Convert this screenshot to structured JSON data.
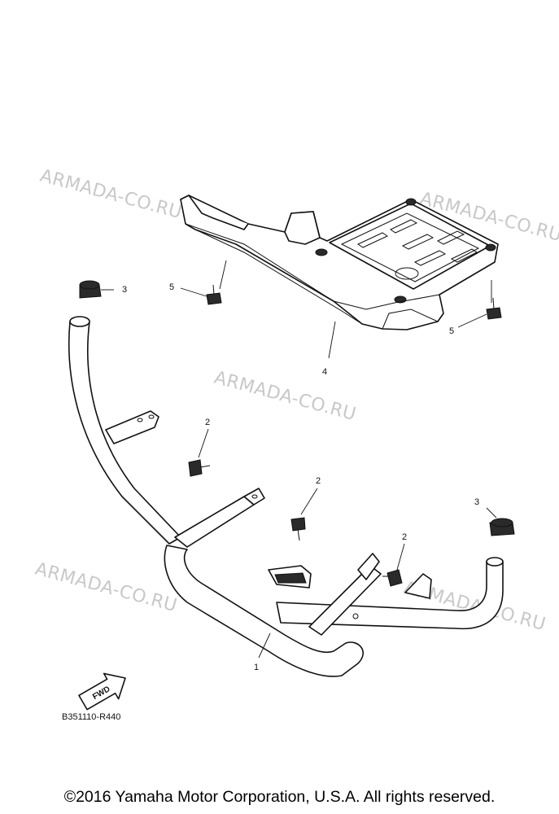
{
  "watermark": "ARMADA-CO.RU",
  "callouts": {
    "c1": "1",
    "c2a": "2",
    "c2b": "2",
    "c2c": "2",
    "c3a": "3",
    "c3b": "3",
    "c4": "4",
    "c5a": "5",
    "c5b": "5"
  },
  "fwd_label": "FWD",
  "diagram_code": "B351110-R440",
  "copyright": "©2016 Yamaha Motor Corporation, U.S.A. All rights reserved."
}
